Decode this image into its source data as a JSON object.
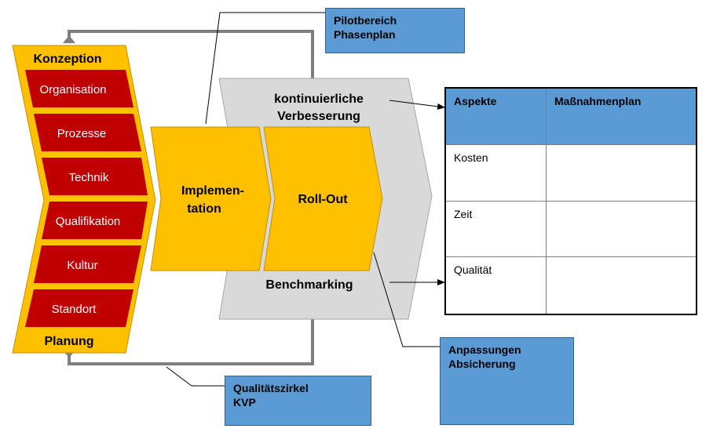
{
  "konzeption": {
    "title": "Konzeption",
    "bottom_title": "Planung",
    "items": [
      "Organisation",
      "Prozesse",
      "Technik",
      "Qualifikation",
      "Kultur",
      "Standort"
    ]
  },
  "implementation": {
    "line1": "Implemen-",
    "line2": "tation"
  },
  "rollout": {
    "label": "Roll-Out"
  },
  "kvp": {
    "line1": "kontinuierliche",
    "line2": "Verbesserung",
    "bottom": "Benchmarking"
  },
  "callouts": {
    "pilot": [
      "Pilotbereich",
      "Phasenplan"
    ],
    "anpassung": [
      "Anpassungen",
      "Absicherung"
    ],
    "qualitaet": [
      "Qualitätszirkel",
      "KVP"
    ]
  },
  "table": {
    "headers": [
      "Aspekte",
      "Maßnahmenplan"
    ],
    "rows": [
      [
        "Kosten",
        ""
      ],
      [
        "Zeit",
        ""
      ],
      [
        "Qualität",
        ""
      ]
    ]
  },
  "colors": {
    "yellow": "#ffc000",
    "red": "#c00000",
    "gray": "#d9d9d9",
    "blue": "#5b9bd5",
    "line": "#7f7f7f"
  }
}
